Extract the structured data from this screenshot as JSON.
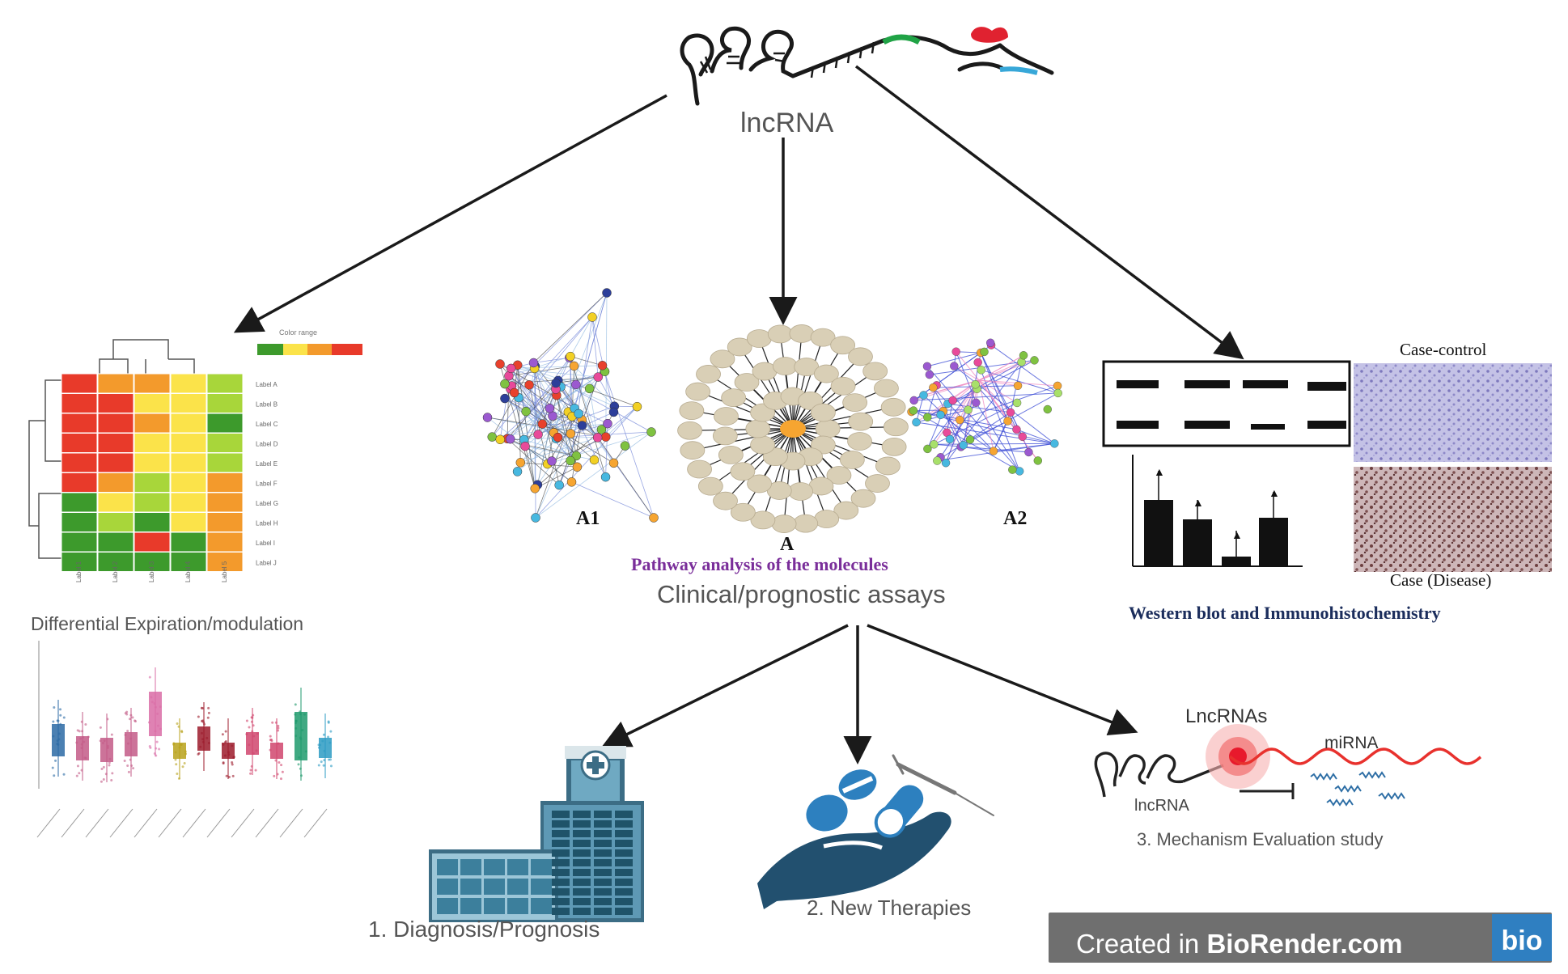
{
  "center": {
    "label": "lncRNA"
  },
  "heatmap": {
    "legend_title": "Color range",
    "row_labels": [
      "Label A",
      "Label B",
      "Label C",
      "Label D",
      "Label E",
      "Label F",
      "Label G",
      "Label H",
      "Label I",
      "Label J"
    ],
    "column_labels": [
      "Label 1",
      "Label 2",
      "Label 3",
      "Label 4",
      "Label 5"
    ],
    "title": "Differential Expiration/modulation"
  },
  "network": {
    "a1_label": "A1",
    "a_label": "A",
    "a2_label": "A2",
    "pathway_label": "Pathway analysis of the molecules",
    "section_label": "Clinical/prognostic assays"
  },
  "western": {
    "case_control_label": "Case-control",
    "case_disease_label": "Case (Disease)",
    "title": "Western blot and Immunohistochemistry"
  },
  "outcomes": {
    "lncrnas_label": "LncRNAs",
    "mirna_label": "miRNA",
    "lncrna_label": "lncRNA",
    "mechanism_label": "3. Mechanism Evaluation study",
    "diagnosis_label": "1.  Diagnosis/Prognosis",
    "therapies_label": "2. New Therapies"
  },
  "credit": {
    "prefix": "Created in ",
    "brand": "BioRender.com",
    "logo": "bio"
  },
  "colors": {
    "heat_red": "#e83a2a",
    "heat_orange": "#f39a2c",
    "heat_yellow": "#fbe34a",
    "heat_lime": "#a8d63a",
    "heat_green": "#3d9a2c",
    "hub_orange": "#f6a531",
    "node_beige": "#d9cfb6",
    "pill_blue": "#2d80bf",
    "hand_navy": "#22506f",
    "pathway_purple": "#7a2e9a",
    "western_navy": "#1b2d5c"
  }
}
